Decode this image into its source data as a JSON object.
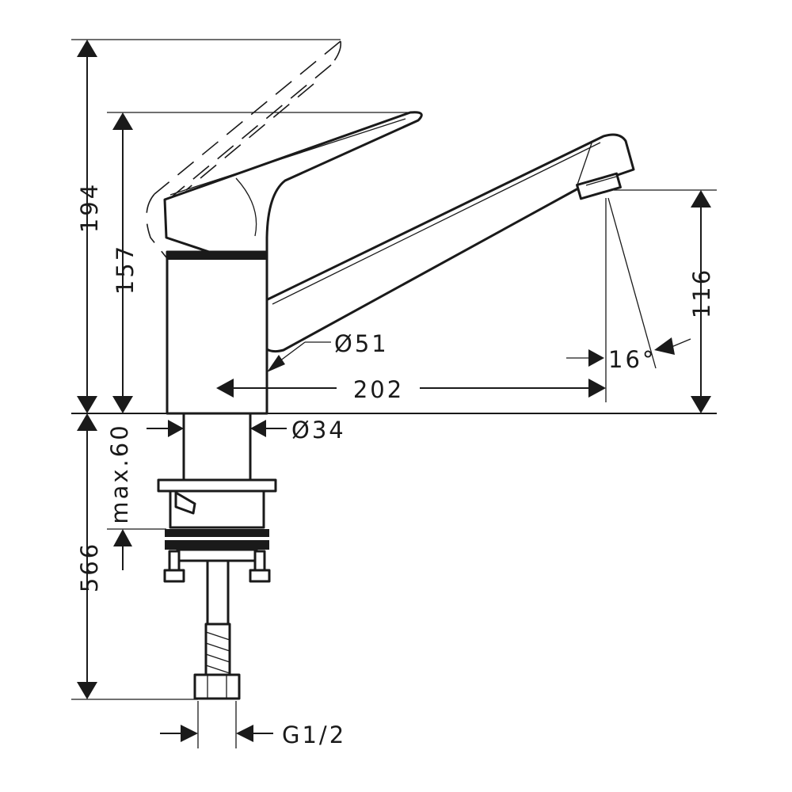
{
  "dimensions": {
    "overall_height": "194",
    "handle_height": "157",
    "spout_height": "116",
    "spout_reach": "202",
    "body_diameter": "Ø51",
    "shank_diameter": "Ø34",
    "spout_angle": "16°",
    "max_thickness": "max.60",
    "hose_length": "566",
    "connection": "G1/2"
  }
}
